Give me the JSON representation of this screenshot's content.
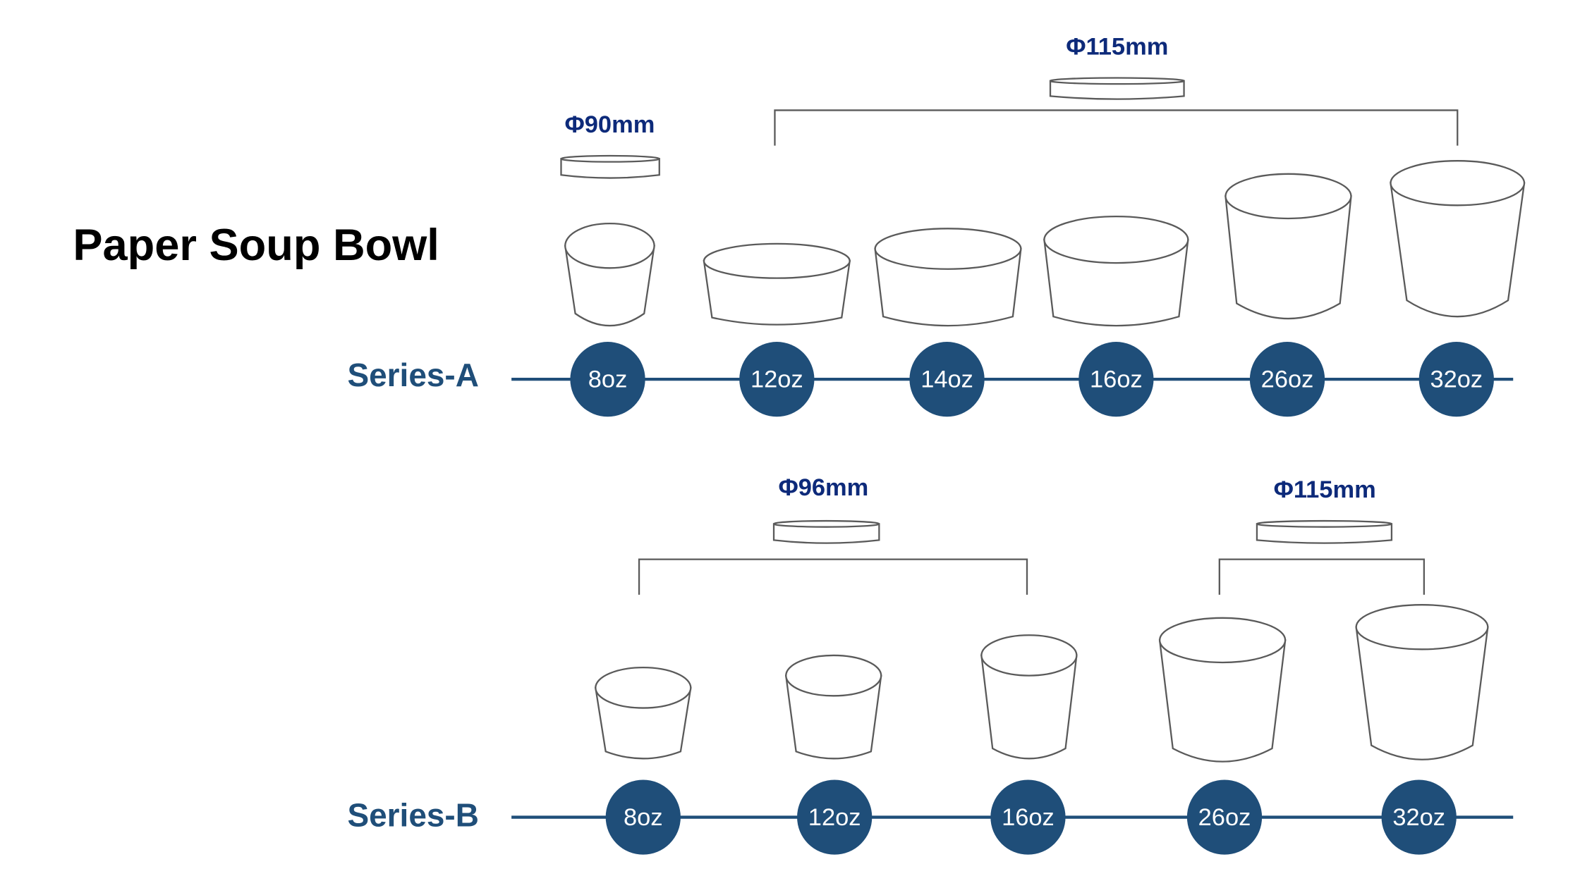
{
  "title": "Paper Soup Bowl",
  "colors": {
    "accent": "#1f4e79",
    "diameter_text": "#0d2a7a",
    "outline": "#5a5a5a"
  },
  "series_a": {
    "label": "Series-A",
    "sizes": [
      "8oz",
      "12oz",
      "14oz",
      "16oz",
      "26oz",
      "32oz"
    ],
    "lids": [
      {
        "diameter": "Φ90mm",
        "applies_to": [
          "8oz"
        ]
      },
      {
        "diameter": "Φ115mm",
        "applies_to": [
          "12oz",
          "14oz",
          "16oz",
          "26oz",
          "32oz"
        ]
      }
    ]
  },
  "series_b": {
    "label": "Series-B",
    "sizes": [
      "8oz",
      "12oz",
      "16oz",
      "26oz",
      "32oz"
    ],
    "lids": [
      {
        "diameter": "Φ96mm",
        "applies_to": [
          "8oz",
          "12oz",
          "16oz"
        ]
      },
      {
        "diameter": "Φ115mm",
        "applies_to": [
          "26oz",
          "32oz"
        ]
      }
    ]
  }
}
